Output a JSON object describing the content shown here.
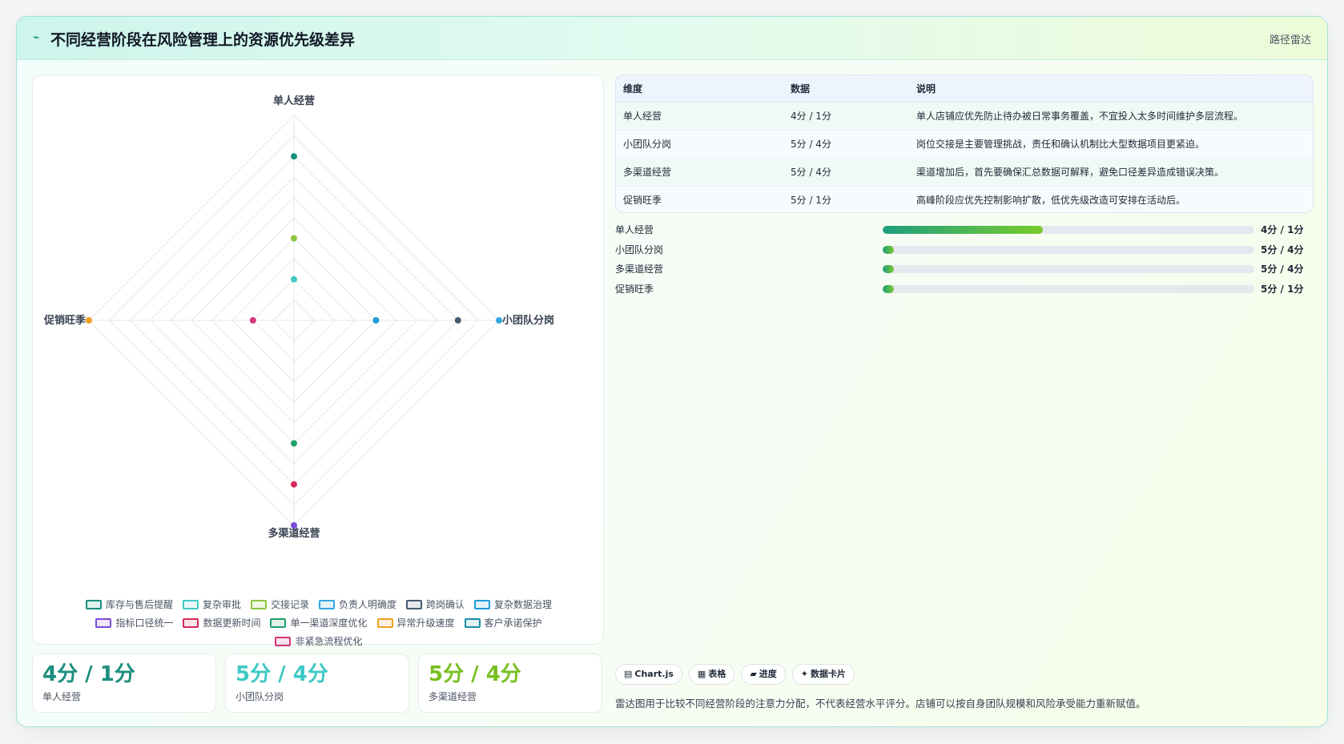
{
  "header": {
    "logo_icon": "pulse-icon",
    "title": "不同经营阶段在风险管理上的资源优先级差异",
    "tag": "路径雷达"
  },
  "chart_data": {
    "type": "radar",
    "axes": [
      "单人经营",
      "小团队分岗",
      "多渠道经营",
      "促销旺季"
    ],
    "range": [
      0,
      5
    ],
    "rings": 5,
    "grid": true,
    "legend_position": "bottom",
    "series": [
      {
        "name": "库存与售后提醒",
        "color": "#1a8f7e",
        "values": [
          4,
          null,
          null,
          null
        ]
      },
      {
        "name": "复杂审批",
        "color": "#3ec9c5",
        "values": [
          1,
          null,
          null,
          null
        ]
      },
      {
        "name": "交接记录",
        "color": "#8cc63f",
        "values": [
          2,
          null,
          null,
          null
        ]
      },
      {
        "name": "负责人明确度",
        "color": "#36a7e0",
        "values": [
          null,
          5,
          null,
          null
        ]
      },
      {
        "name": "跨岗确认",
        "color": "#465a72",
        "values": [
          null,
          4,
          null,
          null
        ]
      },
      {
        "name": "复杂数据治理",
        "color": "#1f9bd8",
        "values": [
          null,
          2,
          null,
          null
        ]
      },
      {
        "name": "指标口径统一",
        "color": "#7b4bd8",
        "values": [
          null,
          null,
          5,
          null
        ]
      },
      {
        "name": "数据更新时间",
        "color": "#d42b5c",
        "values": [
          null,
          null,
          4,
          null
        ]
      },
      {
        "name": "单一渠道深度优化",
        "color": "#1ea16a",
        "values": [
          null,
          null,
          3,
          null
        ]
      },
      {
        "name": "异常升级速度",
        "color": "#f0a020",
        "values": [
          null,
          null,
          null,
          5
        ]
      },
      {
        "name": "客户承诺保护",
        "color": "#1b8fa6",
        "values": [
          null,
          null,
          null,
          null
        ]
      },
      {
        "name": "非紧急流程优化",
        "color": "#d63678",
        "values": [
          null,
          null,
          null,
          1
        ]
      }
    ]
  },
  "kpis": [
    {
      "value": "4分 / 1分",
      "label": "单人经营",
      "color": "#1a8f7e"
    },
    {
      "value": "5分 / 4分",
      "label": "小团队分岗",
      "color": "#3ec9c5"
    },
    {
      "value": "5分 / 4分",
      "label": "多渠道经营",
      "color": "#78c020"
    }
  ],
  "table": {
    "headers": [
      "维度",
      "数据",
      "说明"
    ],
    "rows": [
      {
        "dim": "单人经营",
        "data": "4分 / 1分",
        "desc": "单人店铺应优先防止待办被日常事务覆盖，不宜投入太多时间维护多层流程。"
      },
      {
        "dim": "小团队分岗",
        "data": "5分 / 4分",
        "desc": "岗位交接是主要管理挑战，责任和确认机制比大型数据项目更紧迫。"
      },
      {
        "dim": "多渠道经营",
        "data": "5分 / 4分",
        "desc": "渠道增加后，首先要确保汇总数据可解释，避免口径差异造成错误决策。"
      },
      {
        "dim": "促销旺季",
        "data": "5分 / 1分",
        "desc": "高峰阶段应优先控制影响扩散，低优先级改造可安排在活动后。"
      }
    ]
  },
  "bars": [
    {
      "name": "单人经营",
      "value": "4分 / 1分",
      "fraction": 0.43
    },
    {
      "name": "小团队分岗",
      "value": "5分 / 4分",
      "fraction": 0.03
    },
    {
      "name": "多渠道经营",
      "value": "5分 / 4分",
      "fraction": 0.03
    },
    {
      "name": "促销旺季",
      "value": "5分 / 1分",
      "fraction": 0.03
    }
  ],
  "chips": [
    {
      "icon": "chart-icon",
      "glyph": "▤",
      "label": "Chart.js"
    },
    {
      "icon": "table-icon",
      "glyph": "▦",
      "label": "表格"
    },
    {
      "icon": "progress-icon",
      "glyph": "▰",
      "label": "进度"
    },
    {
      "icon": "spark-icon",
      "glyph": "✦",
      "label": "数据卡片"
    }
  ],
  "note": "雷达图用于比较不同经营阶段的注意力分配，不代表经营水平评分。店铺可以按自身团队规模和风险承受能力重新赋值。"
}
